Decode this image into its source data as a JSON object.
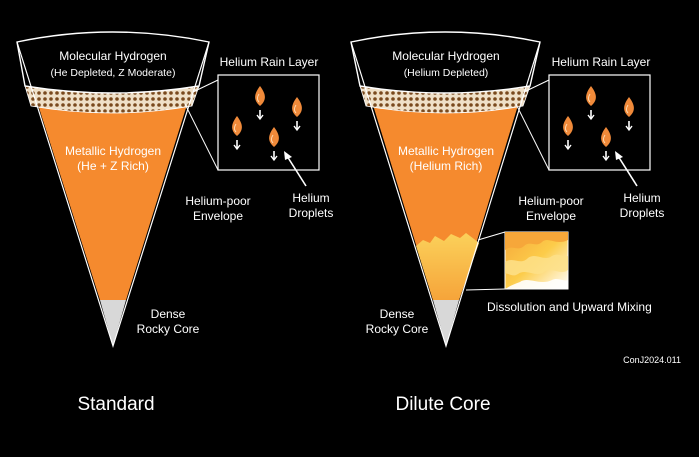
{
  "panels": {
    "standard": {
      "title": "Standard",
      "molecular_title": "Molecular Hydrogen",
      "molecular_sub": "(He Depleted, Z Moderate)",
      "metallic_title": "Metallic Hydrogen",
      "metallic_sub": "(He + Z Rich)",
      "core_line1": "Dense",
      "core_line2": "Rocky Core",
      "rain_label": "Helium Rain Layer",
      "envelope_line1": "Helium-poor",
      "envelope_line2": "Envelope",
      "droplets_line1": "Helium",
      "droplets_line2": "Droplets"
    },
    "dilute": {
      "title": "Dilute Core",
      "molecular_title": "Molecular Hydrogen",
      "molecular_sub": "(Helium Depleted)",
      "metallic_title": "Metallic Hydrogen",
      "metallic_sub": "(Helium Rich)",
      "core_line1": "Dense",
      "core_line2": "Rocky Core",
      "rain_label": "Helium Rain Layer",
      "envelope_line1": "Helium-poor",
      "envelope_line2": "Envelope",
      "droplets_line1": "Helium",
      "droplets_line2": "Droplets",
      "mixing_label": "Dissolution and Upward Mixing"
    }
  },
  "credit": "ConJ2024.011",
  "colors": {
    "background": "#000000",
    "molecular": "#ffffff",
    "metallic": "#f58a2e",
    "mixing": "#f9b347",
    "core": "#d8d8d8",
    "rain_dots": "#7a4a1e",
    "droplet": "#f08a3a",
    "text": "#ffffff"
  }
}
